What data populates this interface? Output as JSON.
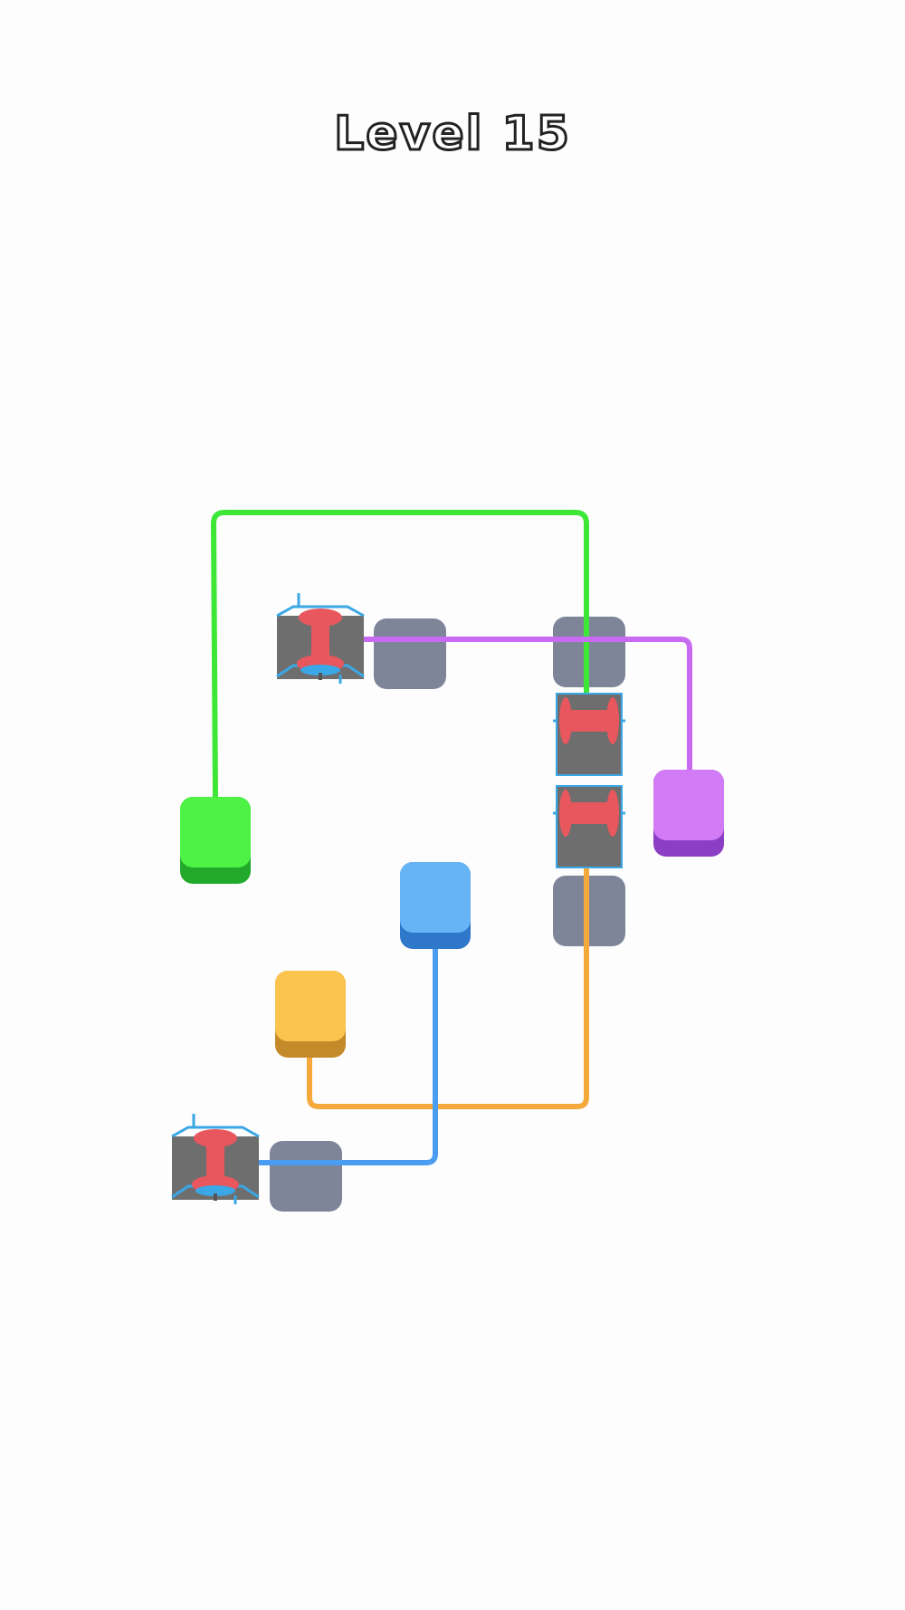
{
  "title": "Level 15",
  "colors": {
    "background": "#fdfdfd",
    "green": "#3ee636",
    "green_dark": "#22a82a",
    "purple": "#c86af2",
    "purple_dark": "#8a3fc4",
    "blue": "#5aaaf3",
    "blue_dark": "#2f78c9",
    "orange": "#fbbf45",
    "orange_dark": "#c48a2a",
    "slot": "#7e8599",
    "spool": "#e8575d",
    "spool_base": "#6e6e6e",
    "spool_trim": "#3aa7e6"
  },
  "blocks": [
    {
      "name": "green-block",
      "color": "green"
    },
    {
      "name": "purple-block",
      "color": "purple"
    },
    {
      "name": "blue-block",
      "color": "blue"
    },
    {
      "name": "orange-block",
      "color": "orange"
    }
  ],
  "spools": [
    {
      "name": "spool-top-left",
      "orientation": "horizontal"
    },
    {
      "name": "spool-right-upper",
      "orientation": "vertical"
    },
    {
      "name": "spool-right-lower",
      "orientation": "vertical"
    },
    {
      "name": "spool-bottom-left",
      "orientation": "horizontal"
    }
  ],
  "ropes": [
    {
      "name": "green-rope",
      "color": "green"
    },
    {
      "name": "purple-rope",
      "color": "purple"
    },
    {
      "name": "blue-rope",
      "color": "blue"
    },
    {
      "name": "orange-rope",
      "color": "orange"
    }
  ]
}
